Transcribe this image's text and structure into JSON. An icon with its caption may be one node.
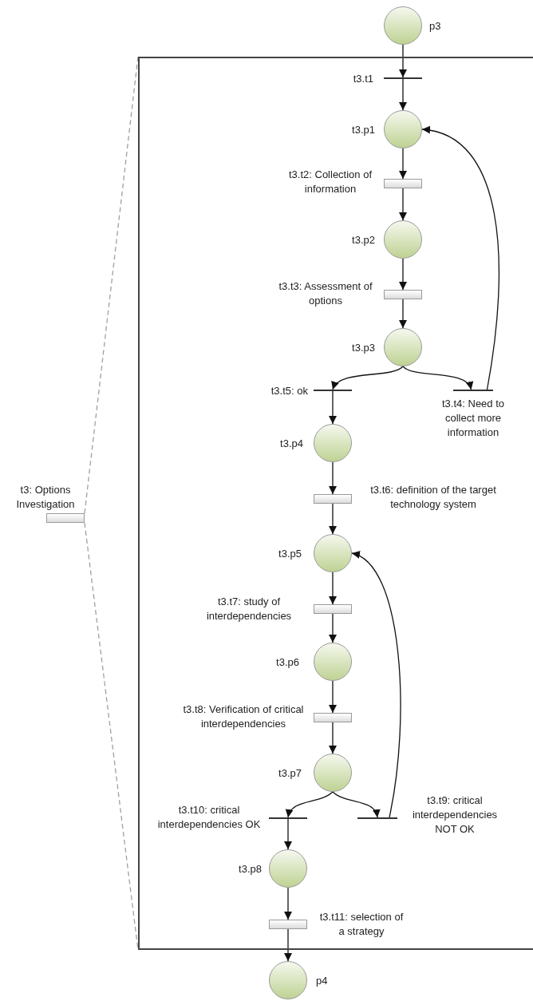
{
  "diagram": {
    "nodes": [
      {
        "text": [],
        "shape": "circle",
        "beside": [
          "p3"
        ]
      },
      {
        "text": [],
        "shape": "box"
      },
      {
        "text": [],
        "shape": "bar",
        "beside": [
          "t3: Options Investigation"
        ]
      },
      {
        "text": [],
        "shape": "line",
        "in": 1,
        "beside": [
          "t3.t1"
        ]
      },
      {
        "text": [],
        "shape": "circle",
        "in": 1,
        "beside": [
          "t3.p1"
        ]
      },
      {
        "text": [],
        "shape": "bar",
        "in": 1,
        "beside": [
          "t3.t2: Collection of information"
        ]
      },
      {
        "text": [],
        "shape": "circle",
        "in": 1,
        "beside": [
          "t3.p2"
        ]
      },
      {
        "text": [],
        "shape": "bar",
        "in": 1,
        "beside": [
          "t3.t3: Assessment of options"
        ]
      },
      {
        "text": [],
        "shape": "circle",
        "in": 1,
        "beside": [
          "t3.p3"
        ]
      },
      {
        "text": [],
        "shape": "line",
        "in": 1,
        "beside": [
          "t3.t5: ok"
        ]
      },
      {
        "text": [],
        "shape": "line",
        "in": 1,
        "beside": [
          "t3.t4: Need to collect more information"
        ]
      },
      {
        "text": [],
        "shape": "circle",
        "in": 1,
        "beside": [
          "t3.p4"
        ]
      },
      {
        "text": [],
        "shape": "bar",
        "in": 1,
        "beside": [
          "t3.t6: definition of the target technology system"
        ]
      },
      {
        "text": [],
        "shape": "circle",
        "in": 1,
        "beside": [
          "t3.p5"
        ]
      },
      {
        "text": [],
        "shape": "bar",
        "in": 1,
        "beside": [
          "t3.t7: study of interdependencies"
        ]
      },
      {
        "text": [],
        "shape": "circle",
        "in": 1,
        "beside": [
          "t3.p6"
        ]
      },
      {
        "text": [],
        "shape": "bar",
        "in": 1,
        "beside": [
          "t3.t8: Verification of critical interdependencies"
        ]
      },
      {
        "text": [],
        "shape": "circle",
        "in": 1,
        "beside": [
          "t3.p7"
        ]
      },
      {
        "text": [],
        "shape": "line",
        "in": 1,
        "beside": [
          "t3.t10: critical interdependencies OK"
        ]
      },
      {
        "text": [],
        "shape": "line",
        "in": 1,
        "beside": [
          "t3.t9: critical interdependencies NOT OK"
        ]
      },
      {
        "text": [],
        "shape": "circle",
        "in": 1,
        "beside": [
          "t3.p8"
        ]
      },
      {
        "text": [],
        "shape": "bar",
        "in": 1,
        "beside": [
          "t3.t11: selection of a strategy"
        ]
      },
      {
        "text": [],
        "shape": "circle",
        "beside": [
          "p4"
        ]
      }
    ],
    "edges": [
      {
        "from": 0,
        "to": 3,
        "arrow": "to"
      },
      {
        "from": 3,
        "to": 4,
        "arrow": "to"
      },
      {
        "from": 4,
        "to": 5,
        "arrow": "to"
      },
      {
        "from": 5,
        "to": 6,
        "arrow": "to"
      },
      {
        "from": 6,
        "to": 7,
        "arrow": "to"
      },
      {
        "from": 7,
        "to": 8,
        "arrow": "to"
      },
      {
        "from": 8,
        "to": 9,
        "arrow": "to"
      },
      {
        "from": 8,
        "to": 10,
        "arrow": "to"
      },
      {
        "from": 10,
        "to": 4,
        "arrow": "to"
      },
      {
        "from": 9,
        "to": 11,
        "arrow": "to"
      },
      {
        "from": 11,
        "to": 12,
        "arrow": "to"
      },
      {
        "from": 12,
        "to": 13,
        "arrow": "to"
      },
      {
        "from": 13,
        "to": 14,
        "arrow": "to"
      },
      {
        "from": 14,
        "to": 15,
        "arrow": "to"
      },
      {
        "from": 15,
        "to": 16,
        "arrow": "to"
      },
      {
        "from": 16,
        "to": 17,
        "arrow": "to"
      },
      {
        "from": 17,
        "to": 18,
        "arrow": "to"
      },
      {
        "from": 17,
        "to": 19,
        "arrow": "to"
      },
      {
        "from": 19,
        "to": 13,
        "arrow": "to"
      },
      {
        "from": 18,
        "to": 20,
        "arrow": "to"
      },
      {
        "from": 20,
        "to": 21,
        "arrow": "to"
      },
      {
        "from": 21,
        "to": 22,
        "arrow": "to"
      },
      {
        "from": 2,
        "to": 1,
        "arrow": "none",
        "style": "dashed",
        "color": "#a0a0a0"
      },
      {
        "from": 2,
        "to": 1,
        "arrow": "none",
        "style": "dashed",
        "color": "#a0a0a0"
      }
    ]
  }
}
